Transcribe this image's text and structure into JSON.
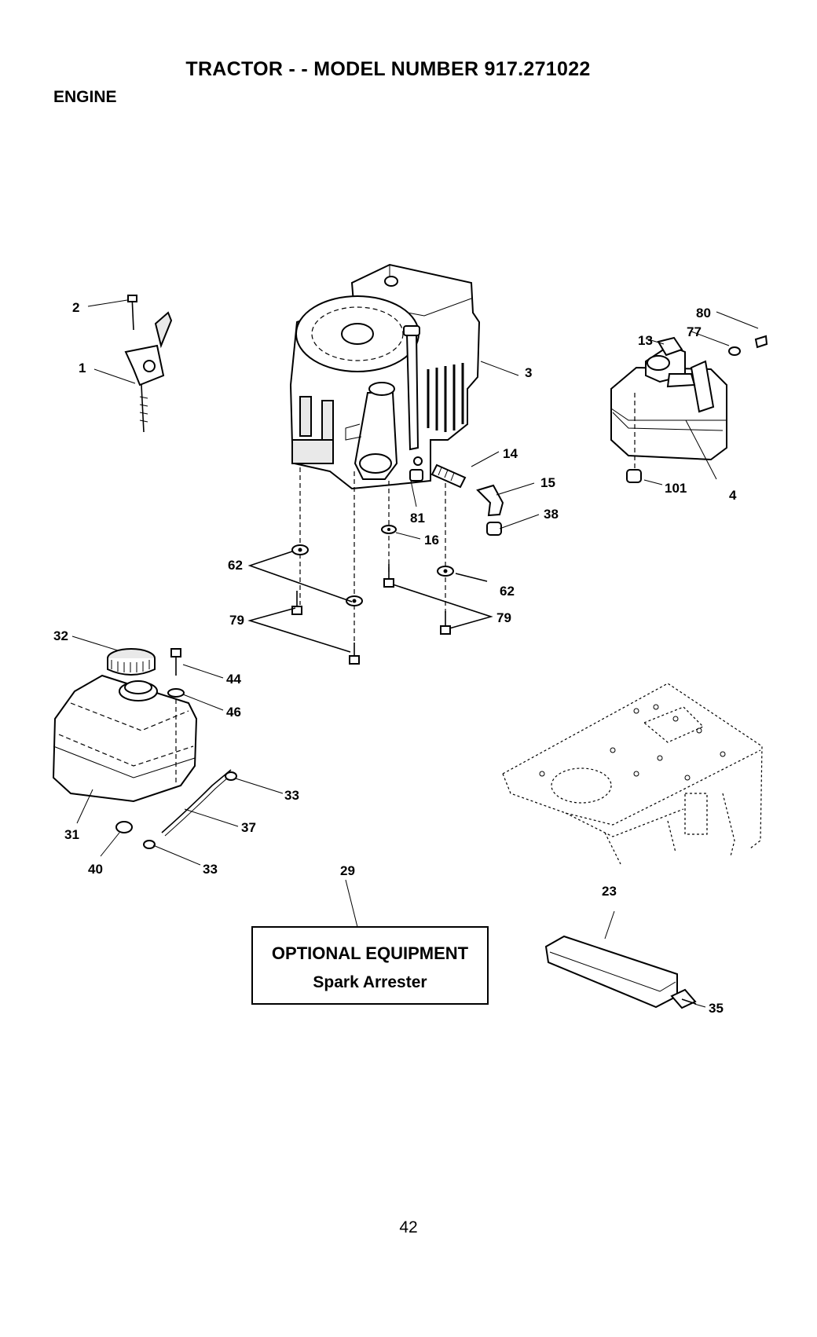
{
  "header": {
    "title": "TRACTOR - - MODEL NUMBER 917.271022",
    "section": "ENGINE"
  },
  "optional_box": {
    "title": "OPTIONAL EQUIPMENT",
    "subtitle": "Spark Arrester"
  },
  "callouts": {
    "c1": "1",
    "c2": "2",
    "c3": "3",
    "c4": "4",
    "c13": "13",
    "c14": "14",
    "c15": "15",
    "c16": "16",
    "c23": "23",
    "c29": "29",
    "c31": "31",
    "c32": "32",
    "c33a": "33",
    "c33b": "33",
    "c35": "35",
    "c37": "37",
    "c38": "38",
    "c40": "40",
    "c44": "44",
    "c46": "46",
    "c62a": "62",
    "c62b": "62",
    "c77": "77",
    "c79a": "79",
    "c79b": "79",
    "c80": "80",
    "c81": "81",
    "c101": "101"
  },
  "footer": {
    "page_number": "42"
  }
}
